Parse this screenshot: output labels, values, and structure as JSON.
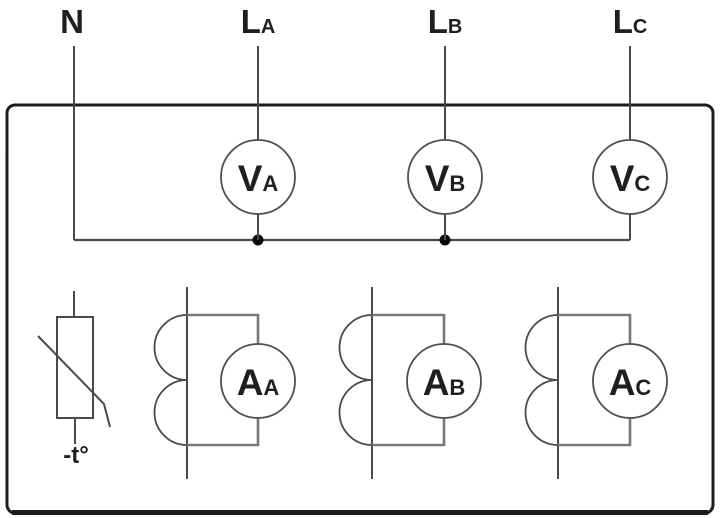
{
  "meta": {
    "description": "Internal wiring diagram of a three-phase electricity meter with per-phase voltmeters, current-transformer ammeters and a temperature sensor"
  },
  "colors": {
    "background": "#ffffff",
    "wire": "#4a4a4a",
    "secondary_loop": "#787878",
    "meter_outline": "#4f4f4f",
    "enclosure_border": "#1c1c1c",
    "text": "#1f1f1f",
    "junction_dot": "#0a0a0a"
  },
  "terminals": [
    {
      "main": "N",
      "sub": ""
    },
    {
      "main": "L",
      "sub": "A"
    },
    {
      "main": "L",
      "sub": "B"
    },
    {
      "main": "L",
      "sub": "C"
    }
  ],
  "voltmeters": [
    {
      "main": "V",
      "sub": "A"
    },
    {
      "main": "V",
      "sub": "B"
    },
    {
      "main": "V",
      "sub": "C"
    }
  ],
  "ammeters": [
    {
      "main": "A",
      "sub": "A"
    },
    {
      "main": "A",
      "sub": "B"
    },
    {
      "main": "A",
      "sub": "C"
    }
  ],
  "temperature_sensor": {
    "label": "-t°"
  }
}
